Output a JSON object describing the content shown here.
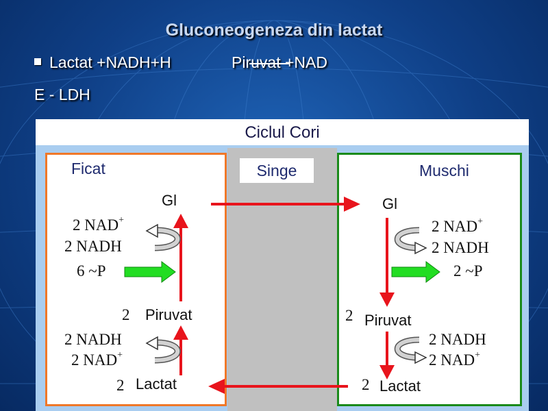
{
  "slide": {
    "title": "Gluconeogeneza din lactat",
    "reaction_left": "Lactat +NADH+H",
    "reaction_right": "Piruvat +NAD",
    "enzyme": "E - LDH"
  },
  "diagram": {
    "title": "Ciclul Cori",
    "middle_label": "Singe",
    "liver": {
      "heading": "Ficat",
      "gl": "Gl",
      "nad_top": "2 NAD",
      "nadh_top": "2 NADH",
      "energy": "6 ~P",
      "piruvat_coef": "2",
      "piruvat": "Piruvat",
      "nadh_bottom": "2 NADH",
      "nad_bottom": "2 NAD",
      "lactat_coef": "2",
      "lactat": "Lactat",
      "plus": "+"
    },
    "muscle": {
      "heading": "Muschi",
      "gl": "Gl",
      "nad_top": "2 NAD",
      "nadh_top": "2 NADH",
      "energy": "2 ~P",
      "piruvat_coef": "2",
      "piruvat": "Piruvat",
      "nadh_bottom": "2 NADH",
      "nad_bottom": "2 NAD",
      "lactat_coef": "2",
      "lactat": "Lactat",
      "plus": "+"
    },
    "colors": {
      "liver_border": "#f07828",
      "muscle_border": "#1a8a1a",
      "arrow_red": "#e8141c",
      "arrow_green": "#22dd22",
      "blood_gray": "#c0c0c0"
    }
  }
}
